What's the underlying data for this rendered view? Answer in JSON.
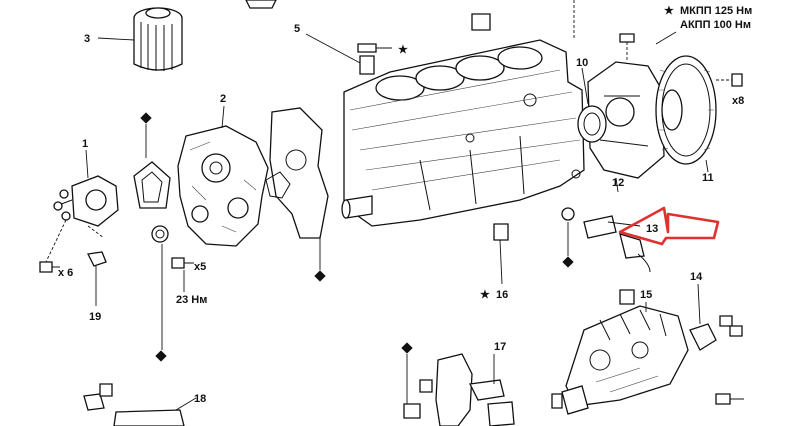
{
  "colors": {
    "ink": "#111111",
    "arrow": "#e03030",
    "paper": "#ffffff"
  },
  "callouts": {
    "p1": "1",
    "p2": "2",
    "p3": "3",
    "p5": "5",
    "p10": "10",
    "p11": "11",
    "p12": "12",
    "p13": "13",
    "p14": "14",
    "p15": "15",
    "p16": "16",
    "p17": "17",
    "p18": "18",
    "p19": "19"
  },
  "notes": {
    "mkpp_torque": "МКПП 125 Нм",
    "akpp_torque": "АКПП 100 Нм",
    "qty_x8": "x8",
    "qty_x6": "x 6",
    "qty_x5": "x5",
    "torque_23": "23 Нм"
  },
  "symbols": {
    "star": "★"
  },
  "highlight": {
    "target_callout": "13",
    "arrow": "red-outline-arrow"
  }
}
